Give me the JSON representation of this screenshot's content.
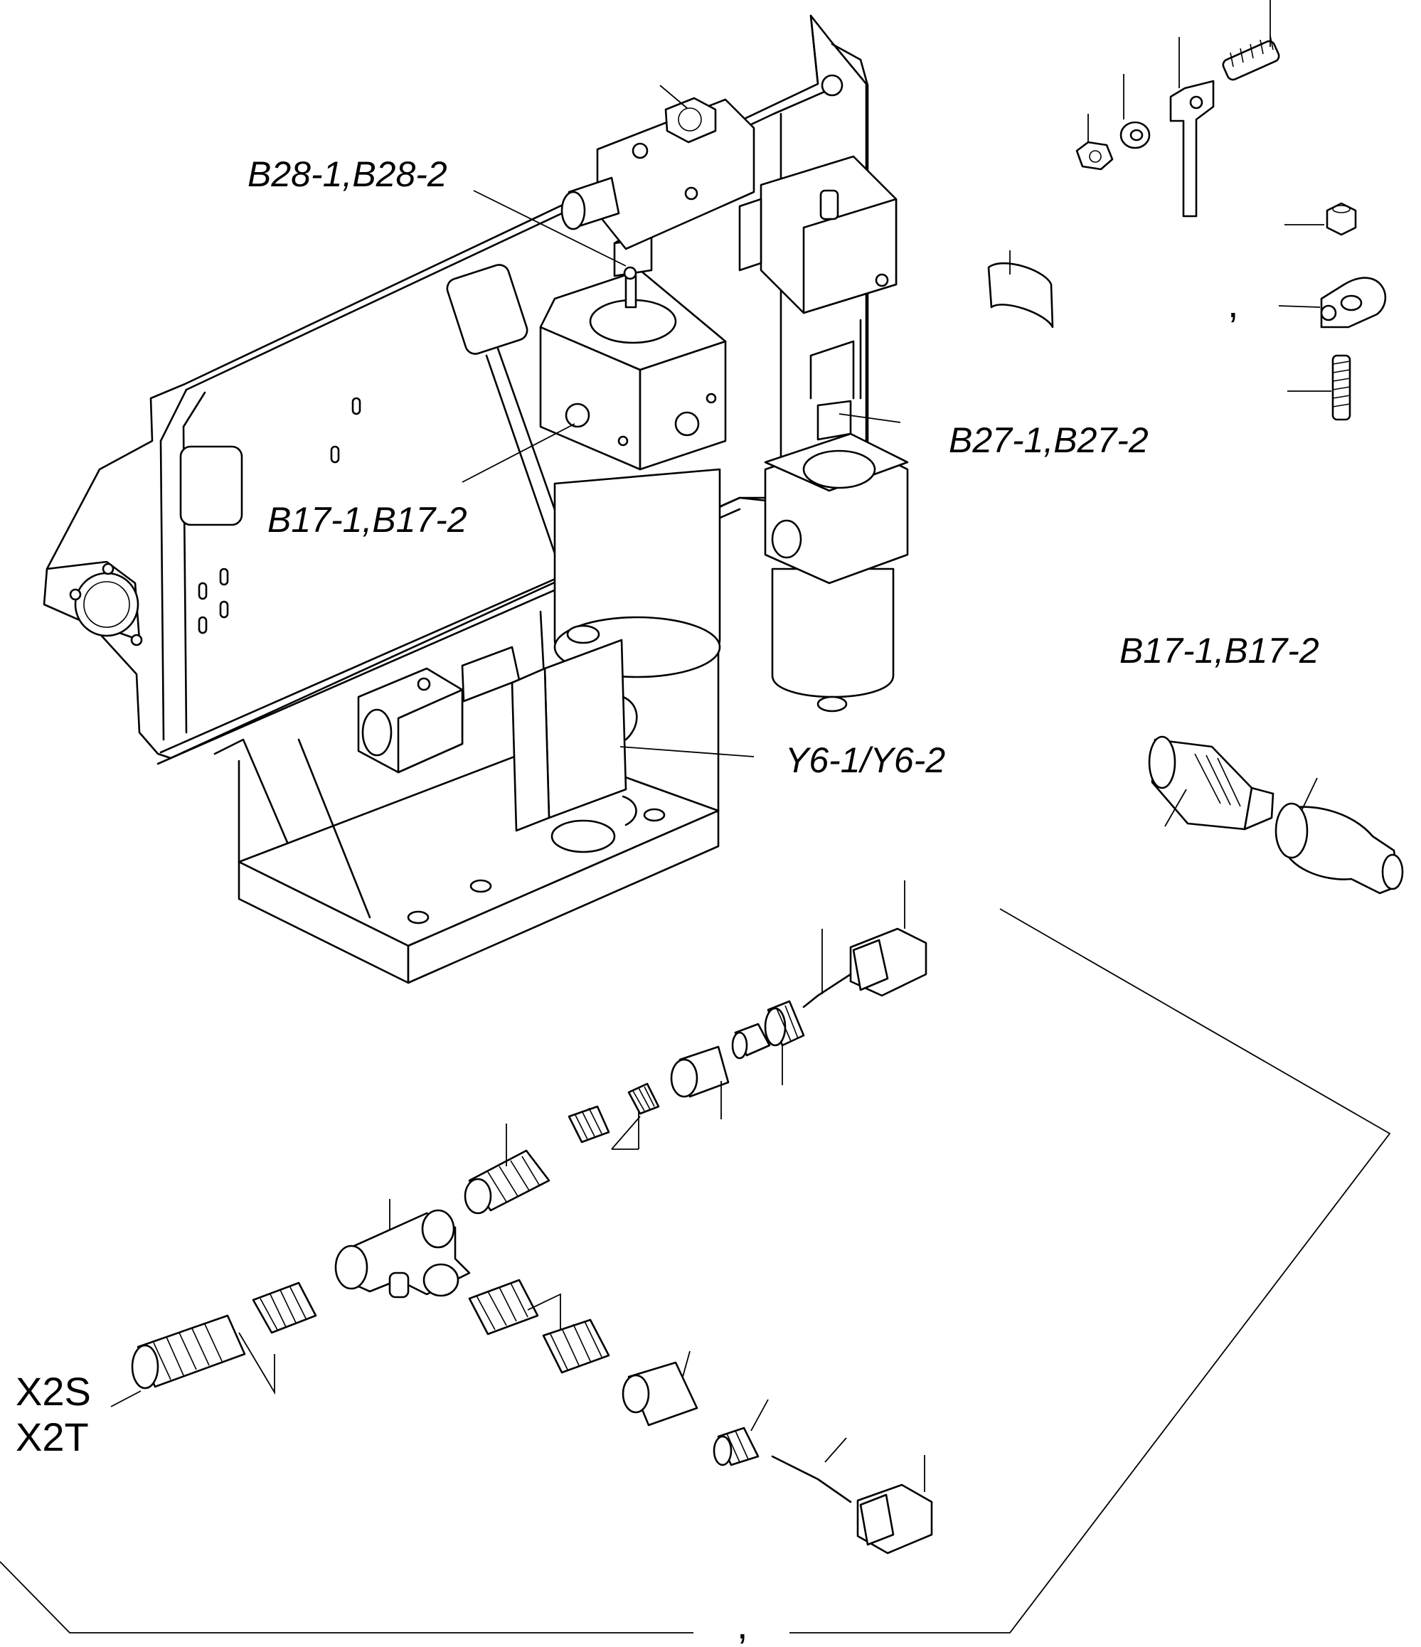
{
  "diagram": {
    "labels": {
      "b28": "B28-1,B28-2",
      "b17_main": "B17-1,B17-2",
      "b27": "B27-1,B27-2",
      "b17_detail": "B17-1,B17-2",
      "y6": "Y6-1/Y6-2",
      "x2s": "X2S",
      "x2t": "X2T",
      "mark_mid": ",",
      "mark_bottom": ","
    }
  }
}
